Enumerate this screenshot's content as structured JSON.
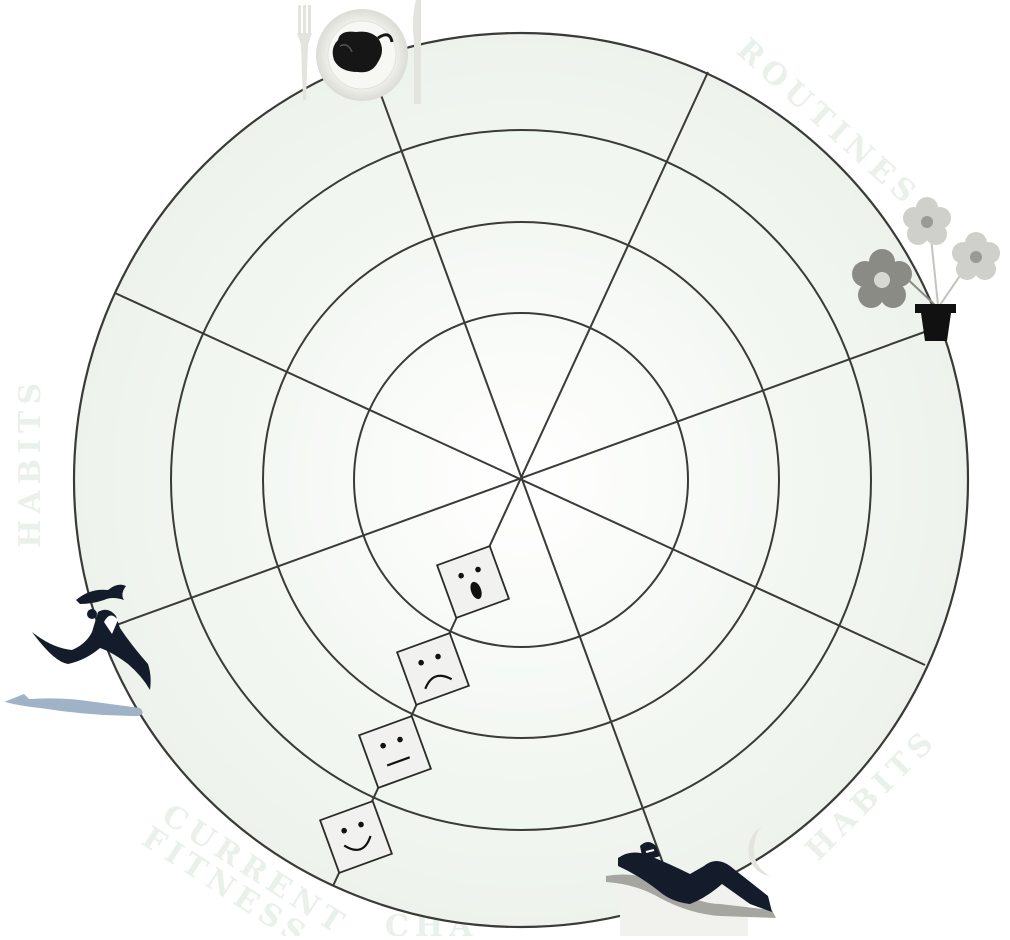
{
  "wheel": {
    "rings": 4,
    "spokes": 8,
    "colors": {
      "line": "#3a3a36",
      "fill_center": "#ffffff",
      "fill_edge": "#edf3ec",
      "face_fill": "#f1f1ef",
      "accent_dark": "#141b2a",
      "accent_gray": "#8b8b86",
      "shadow_blue": "#9fb2c6"
    }
  },
  "watermarks": {
    "routines": "ROUTINES",
    "habits_left": "HABITS",
    "habits_right": "HABITS",
    "current": "CURRENT",
    "fitness": "FITNESS",
    "bottom": "CHA"
  },
  "scale_faces": [
    {
      "mood": "surprised",
      "icon": "surprised-face-icon"
    },
    {
      "mood": "sad",
      "icon": "sad-face-icon"
    },
    {
      "mood": "neutral",
      "icon": "neutral-face-icon"
    },
    {
      "mood": "happy",
      "icon": "happy-face-icon"
    }
  ],
  "spoke_icons": [
    {
      "name": "dinner-plate-icon"
    },
    {
      "name": "potted-flowers-icon"
    },
    {
      "name": "reclining-person-icon"
    },
    {
      "name": "running-person-icon"
    }
  ]
}
